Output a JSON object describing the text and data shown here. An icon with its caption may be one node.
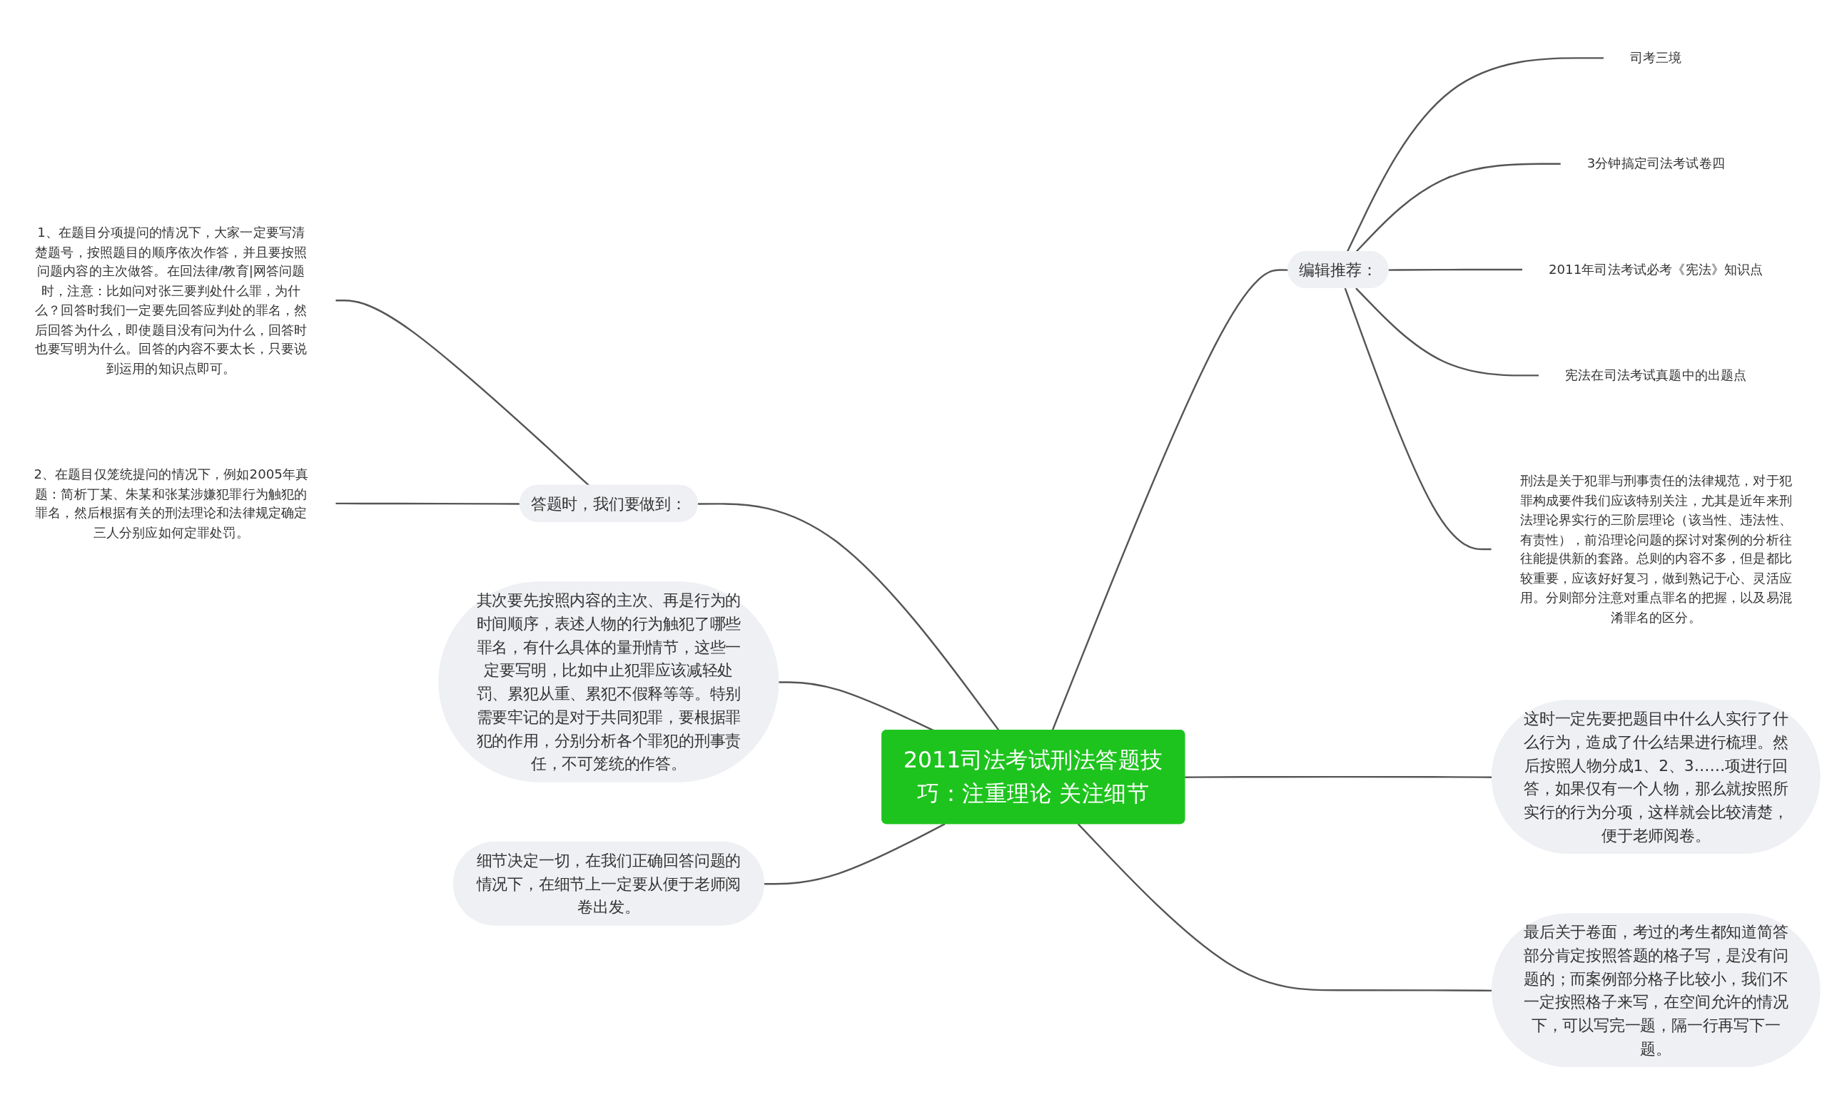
{
  "diagram": {
    "nodes": [
      {
        "text": [
          "2011司法考试刑法答题技巧：注重理论 关注细节"
        ]
      },
      {
        "text": [
          "答题时，我们要做到："
        ]
      },
      {
        "text": [
          "1、在题目分项提问的情况下，大家一定要写清楚题号，按照题目的顺序依次作答，并且要按照问题内容的主次做答。在回法律/教育|网答问题时，注意：比如问对张三要判处什么罪，为什么？回答时我们一定要先回答应判处的罪名，然后回答为什么，即使题目没有问为什么，回答时也要写明为什么。回答的内容不要太长，只要说到运用的知识点即可。"
        ]
      },
      {
        "text": [
          "2、在题目仅笼统提问的情况下，例如2005年真题：简析丁某、朱某和张某涉嫌犯罪行为触犯的罪名，然后根据有关的刑法理论和法律规定确定三人分别应如何定罪处罚。"
        ]
      },
      {
        "text": [
          "其次要先按照内容的主次、再是行为的时间顺序，表述人物的行为触犯了哪些罪名，有什么具体的量刑情节，这些一定要写明，比如中止犯罪应该减轻处罚、累犯从重、累犯不假释等等。特别需要牢记的是对于共同犯罪，要根据罪犯的作用，分别分析各个罪犯的刑事责任，不可笼统的作答。"
        ]
      },
      {
        "text": [
          "细节决定一切，在我们正确回答问题的情况下，在细节上一定要从便于老师阅卷出发。"
        ]
      },
      {
        "text": [
          "编辑推荐："
        ]
      },
      {
        "text": [
          "司考三境"
        ]
      },
      {
        "text": [
          "3分钟搞定司法考试卷四"
        ]
      },
      {
        "text": [
          "2011年司法考试必考《宪法》知识点"
        ]
      },
      {
        "text": [
          "宪法在司法考试真题中的出题点"
        ]
      },
      {
        "text": [
          "刑法是关于犯罪与刑事责任的法律规范，对于犯罪构成要件我们应该特别关注，尤其是近年来刑法理论界实行的三阶层理论（该当性、违法性、有责性），前沿理论问题的探讨对案例的分析往往能提供新的套路。总则的内容不多，但是都比较重要，应该好好复习，做到熟记于心、灵活应用。分则部分注意对重点罪名的把握，以及易混淆罪名的区分。"
        ]
      },
      {
        "text": [
          "这时一定先要把题目中什么人实行了什么行为，造成了什么结果进行梳理。然后按照人物分成1、2、3……项进行回答，如果仅有一个人物，那么就按照所实行的行为分项，这样就会比较清楚，便于老师阅卷。"
        ]
      },
      {
        "text": [
          "最后关于卷面，考过的考生都知道简答部分肯定按照答题的格子写，是没有问题的；而案例部分格子比较小，我们不一定按照格子来写，在空间允许的情况下，可以写完一题，隔一行再写下一题。"
        ]
      }
    ],
    "edges": [
      {
        "from": 2,
        "to": 1,
        "arrow": "none"
      },
      {
        "from": 3,
        "to": 1,
        "arrow": "none"
      },
      {
        "from": 1,
        "to": 0,
        "arrow": "none"
      },
      {
        "from": 4,
        "to": 0,
        "arrow": "none"
      },
      {
        "from": 5,
        "to": 0,
        "arrow": "none"
      },
      {
        "from": 0,
        "to": 6,
        "arrow": "none"
      },
      {
        "from": 6,
        "to": 7,
        "arrow": "none"
      },
      {
        "from": 6,
        "to": 8,
        "arrow": "none"
      },
      {
        "from": 6,
        "to": 9,
        "arrow": "none"
      },
      {
        "from": 6,
        "to": 10,
        "arrow": "none"
      },
      {
        "from": 6,
        "to": 11,
        "arrow": "none"
      },
      {
        "from": 0,
        "to": 12,
        "arrow": "none"
      },
      {
        "from": 0,
        "to": 13,
        "arrow": "none"
      }
    ]
  }
}
